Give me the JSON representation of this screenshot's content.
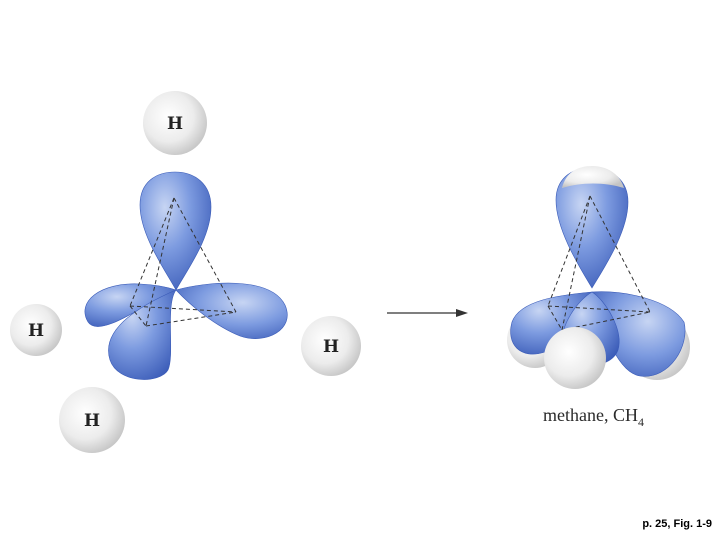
{
  "left": {
    "atoms": {
      "h_top": "H",
      "h_left": "H",
      "h_right": "H",
      "h_bottom": "H"
    }
  },
  "right": {
    "product_name": "methane, CH",
    "product_subscript": "4"
  },
  "caption": "p. 25, Fig. 1-9",
  "colors": {
    "orbital": "#5b7fd1",
    "orbital_light": "#b6c8ef",
    "orbital_dark": "#2f4f9e",
    "atom": "#e4e4e4"
  }
}
